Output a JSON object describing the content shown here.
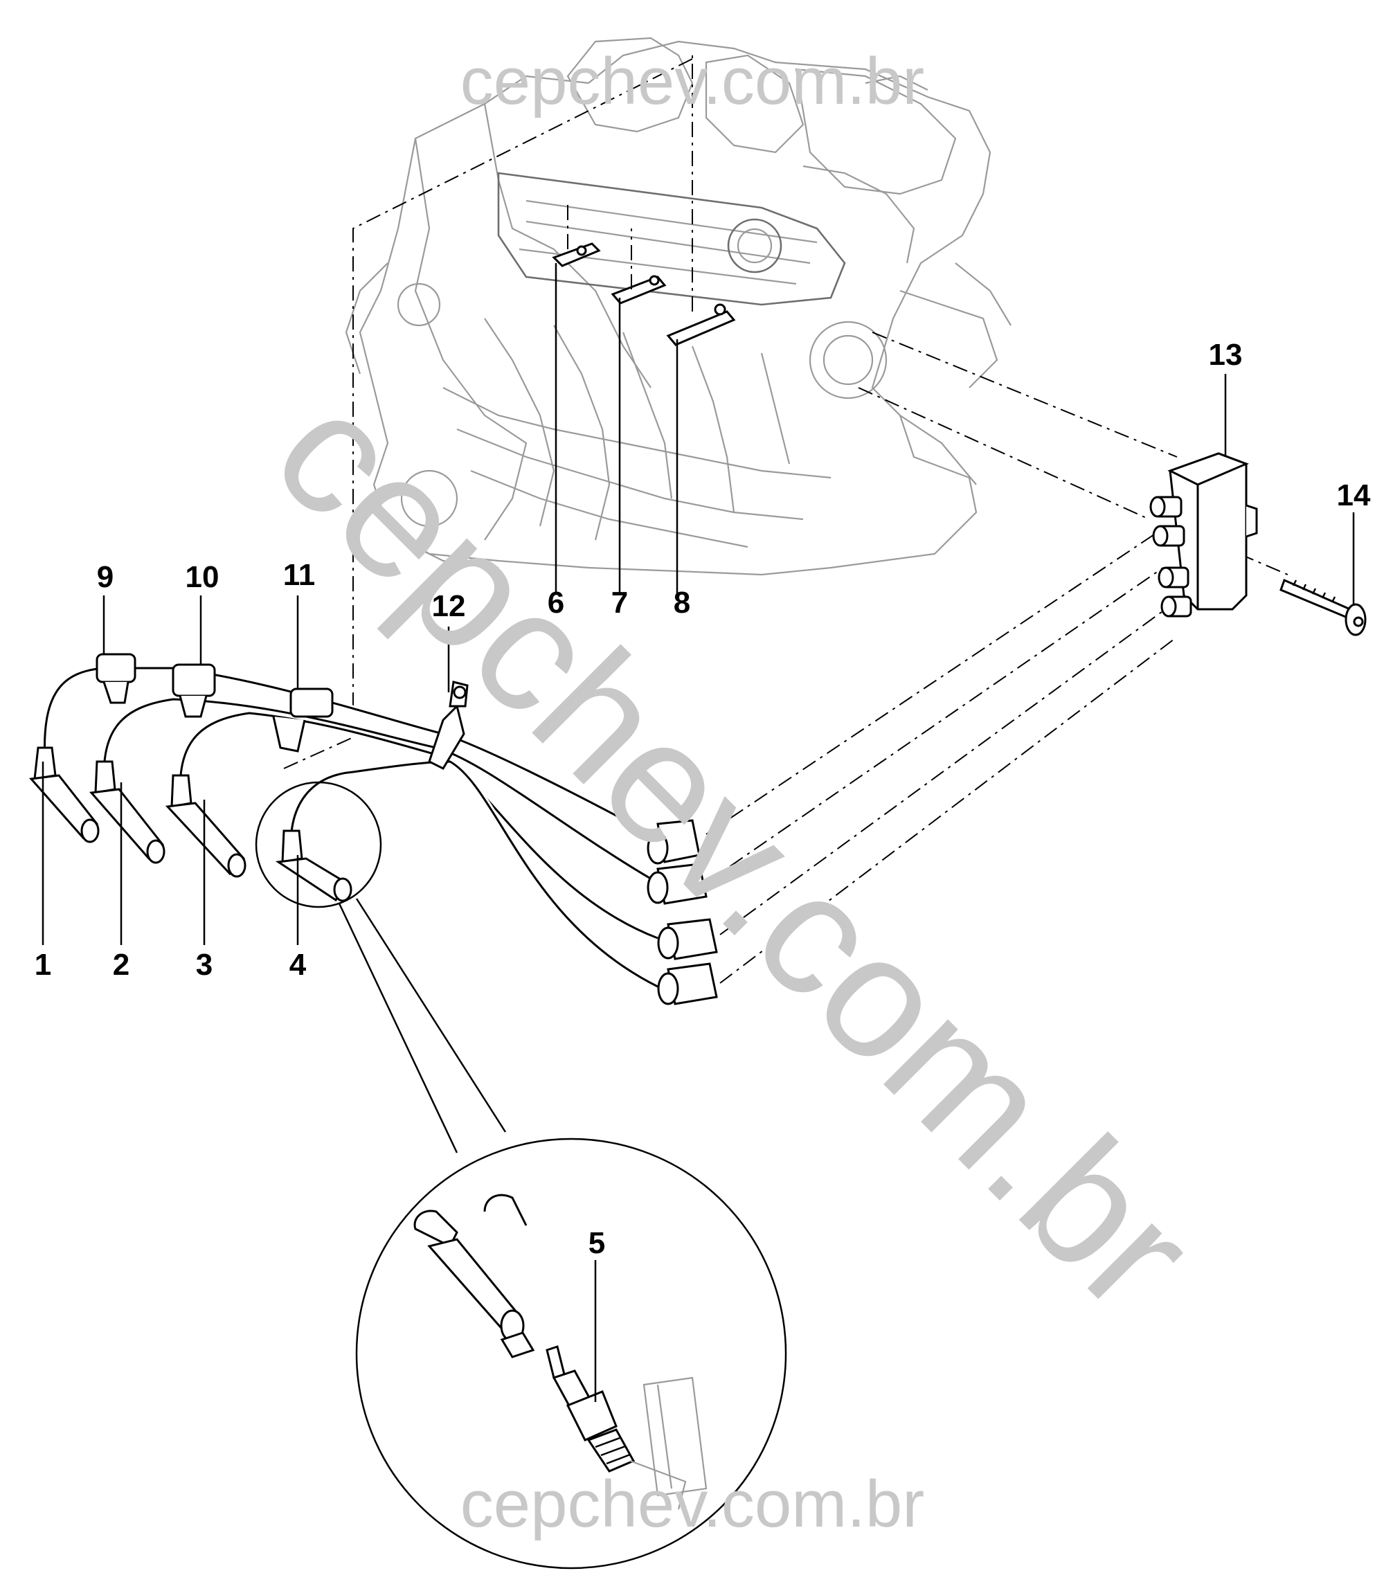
{
  "watermarks": {
    "top": "cepchev.com.br",
    "diagonal": "cepchev.com.br",
    "bottom": "cepchev.com.br"
  },
  "callouts": {
    "c1": "1",
    "c2": "2",
    "c3": "3",
    "c4": "4",
    "c5": "5",
    "c6": "6",
    "c7": "7",
    "c8": "8",
    "c9": "9",
    "c10": "10",
    "c11": "11",
    "c12": "12",
    "c13": "13",
    "c14": "14"
  }
}
